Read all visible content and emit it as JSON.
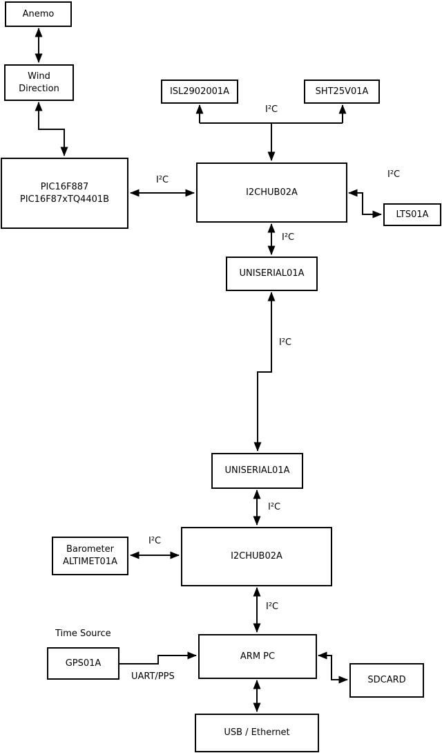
{
  "diagram": {
    "colors": {
      "background": "#ffffff",
      "line": "#000000",
      "text": "#000000"
    },
    "nodes": {
      "anemo": {
        "label": "Anemo"
      },
      "wind_direction": {
        "line1": "Wind",
        "line2": "Direction"
      },
      "pic_mcu": {
        "line1": "PIC16F887",
        "line2": "PIC16F87xTQ4401B"
      },
      "isl2902001a": {
        "label": "ISL2902001A"
      },
      "sht25v01a": {
        "label": "SHT25V01A"
      },
      "i2c_hub_top": {
        "label": "I2CHUB02A"
      },
      "lts01a": {
        "label": "LTS01A"
      },
      "uniserial_top": {
        "label": "UNISERIAL01A"
      },
      "uniserial_bottom": {
        "label": "UNISERIAL01A"
      },
      "i2c_hub_bottom": {
        "label": "I2CHUB02A"
      },
      "barometer": {
        "line1": "Barometer",
        "line2": "ALTIMET01A"
      },
      "gps01a": {
        "label": "GPS01A"
      },
      "arm_pc": {
        "label": "ARM PC"
      },
      "sdcard": {
        "label": "SDCARD"
      },
      "usb_ethernet": {
        "label": "USB / Ethernet"
      }
    },
    "edge_labels": {
      "i2c": "I²C",
      "uart_pps": "UART/PPS",
      "time_source": "Time Source"
    }
  }
}
